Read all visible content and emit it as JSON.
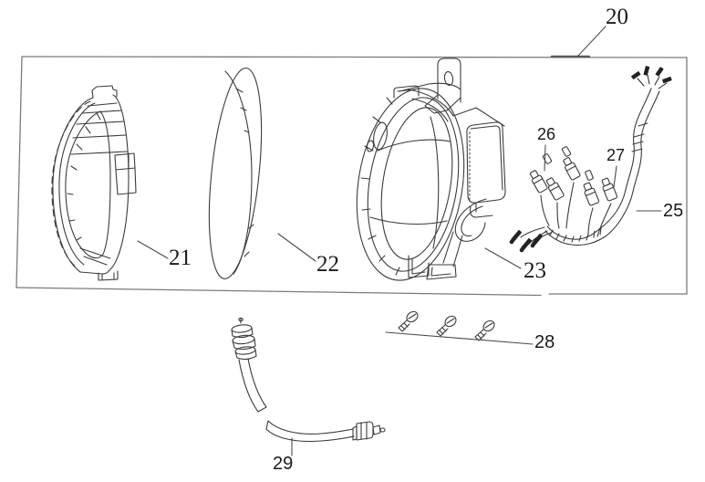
{
  "diagram": {
    "callouts": [
      {
        "label": "20"
      },
      {
        "label": "21"
      },
      {
        "label": "22"
      },
      {
        "label": "23"
      },
      {
        "label": "25"
      },
      {
        "label": "26"
      },
      {
        "label": "27"
      },
      {
        "label": "28"
      },
      {
        "label": "29"
      }
    ],
    "colors": {
      "line": "#3b3b3b",
      "frame": "#7a7a7a",
      "label": "#1a1a1a",
      "background": "#ffffff"
    }
  }
}
